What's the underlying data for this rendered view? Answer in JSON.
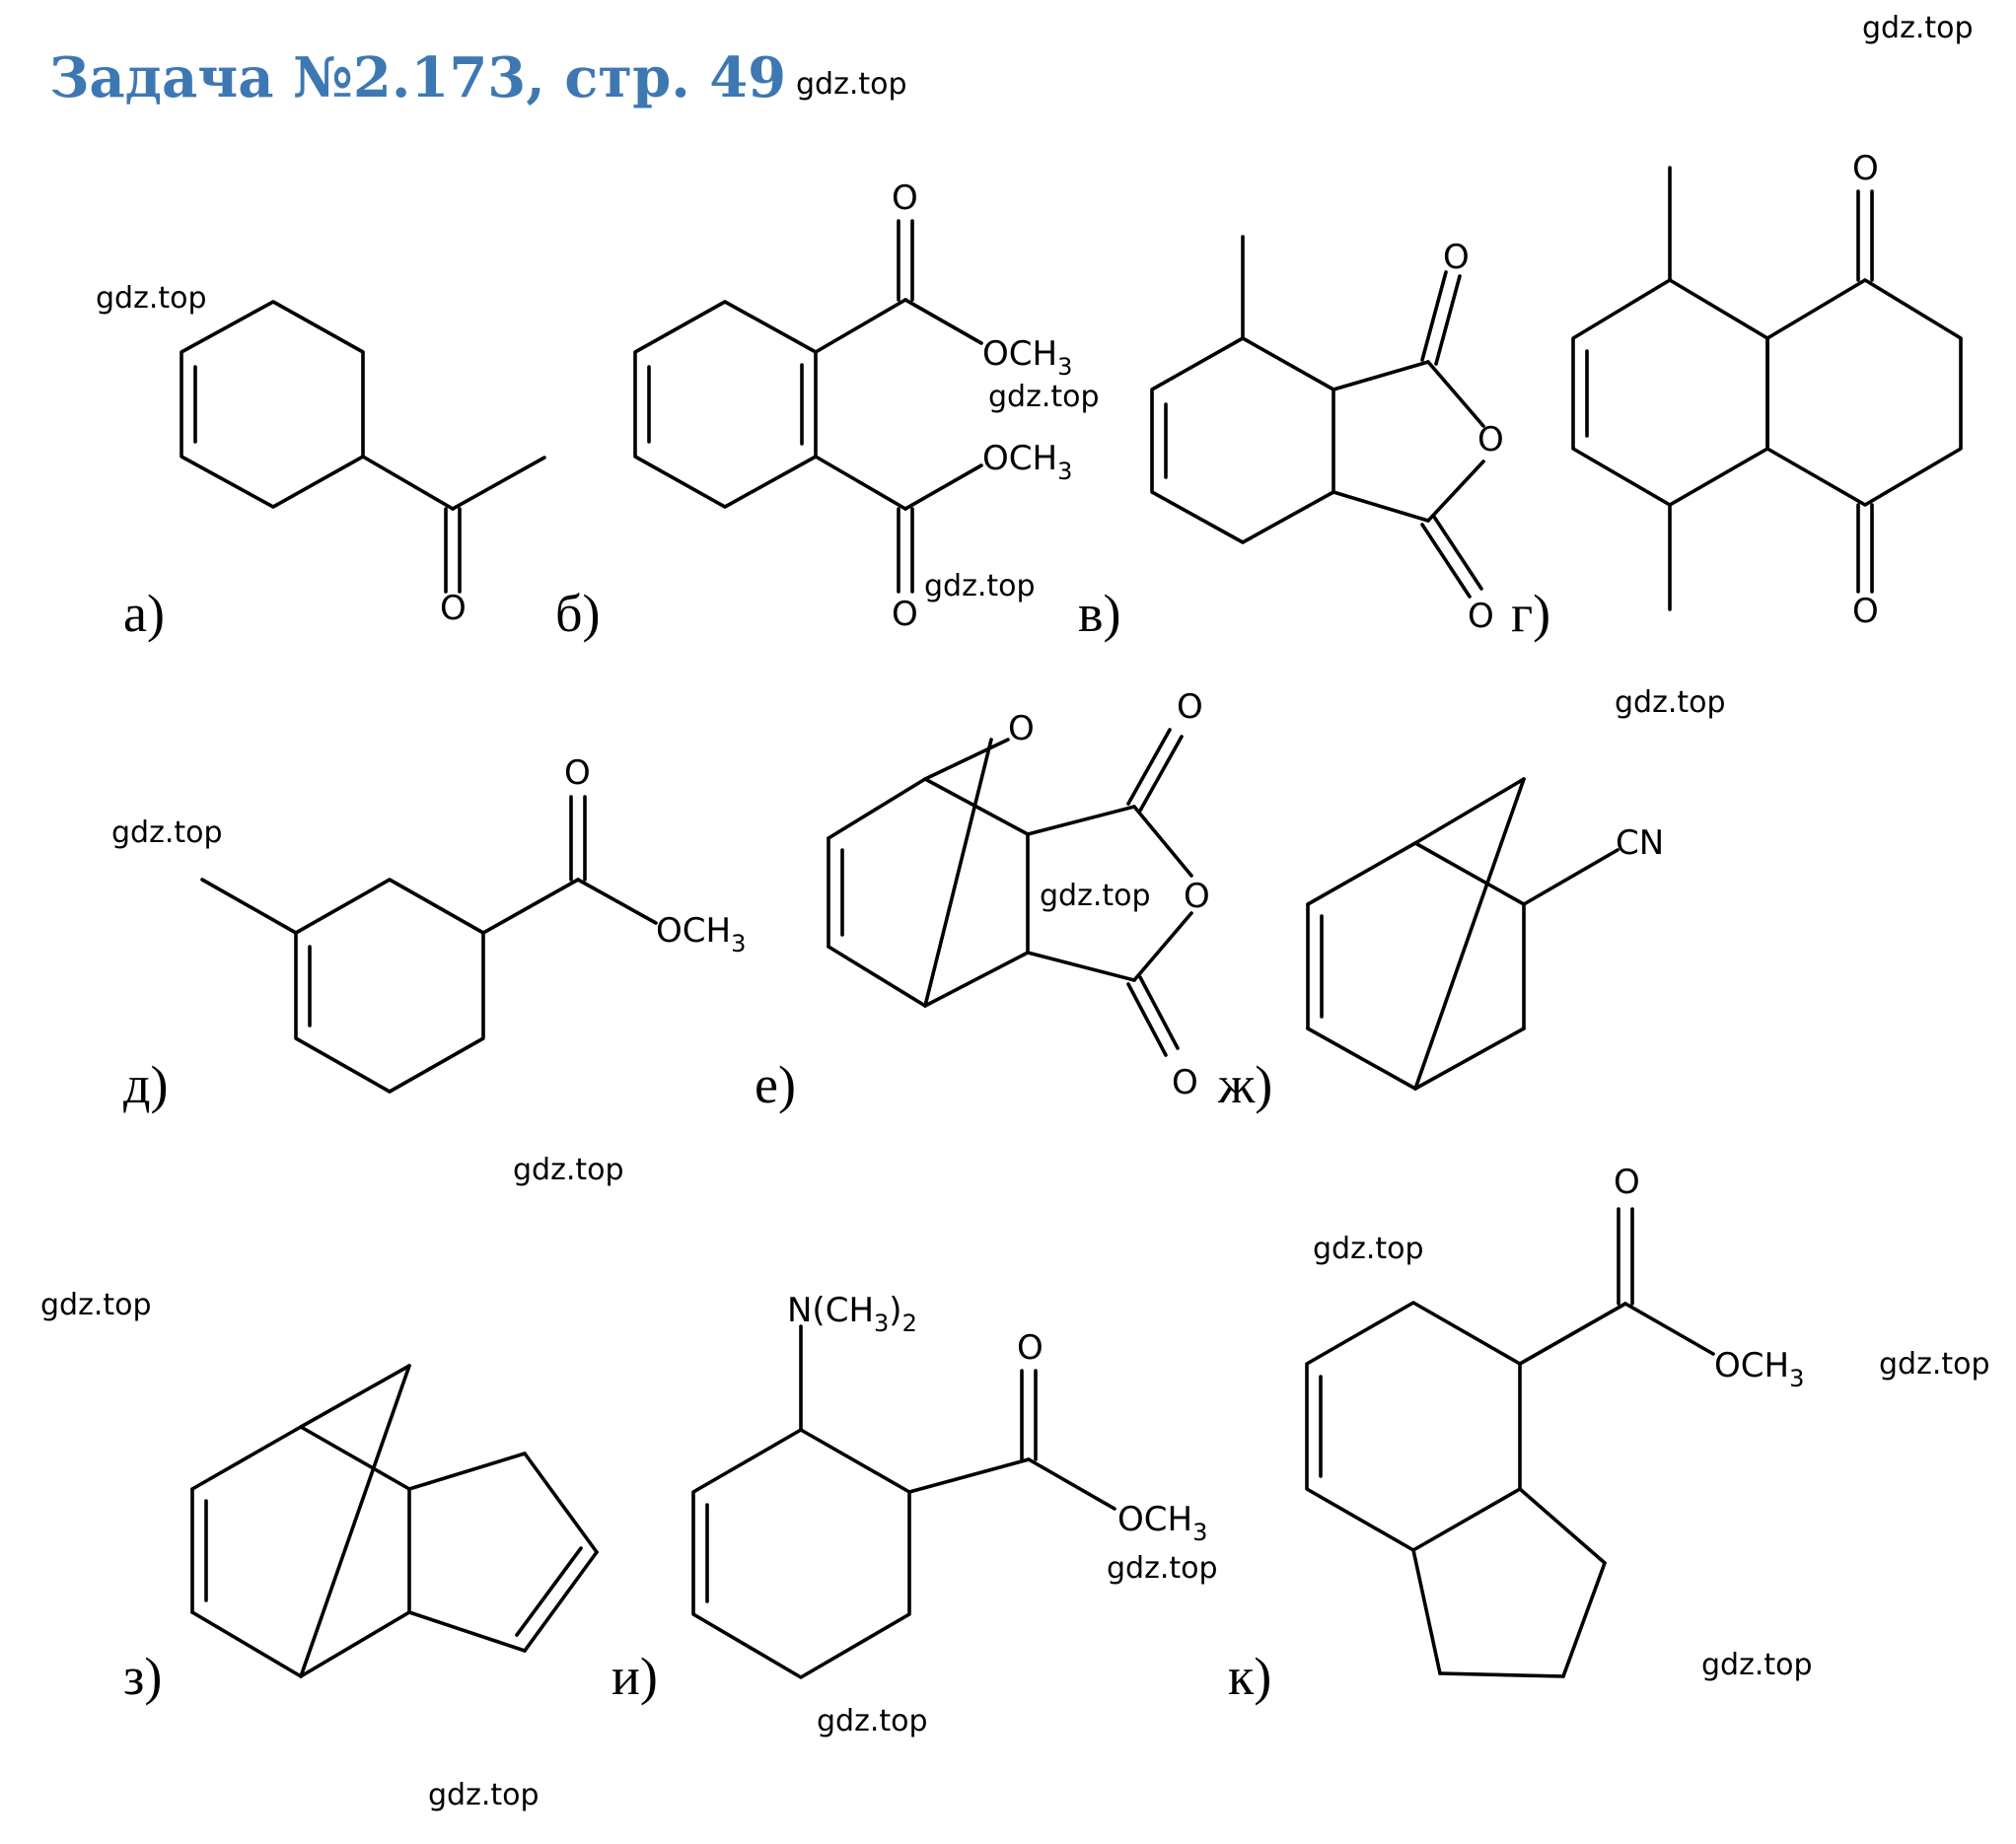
{
  "title": "Задача №2.173, стр. 49",
  "watermark": "gdz.top",
  "labels": [
    "а)",
    "б)",
    "в)",
    "г)",
    "д)",
    "е)",
    "ж)",
    "з)",
    "и)",
    "к)"
  ],
  "atoms": {
    "O": "O",
    "OCH": "OCH",
    "sub3": "3",
    "CN": "CN",
    "NCH": "N(CH",
    "close": ")",
    "sub2": "2"
  }
}
